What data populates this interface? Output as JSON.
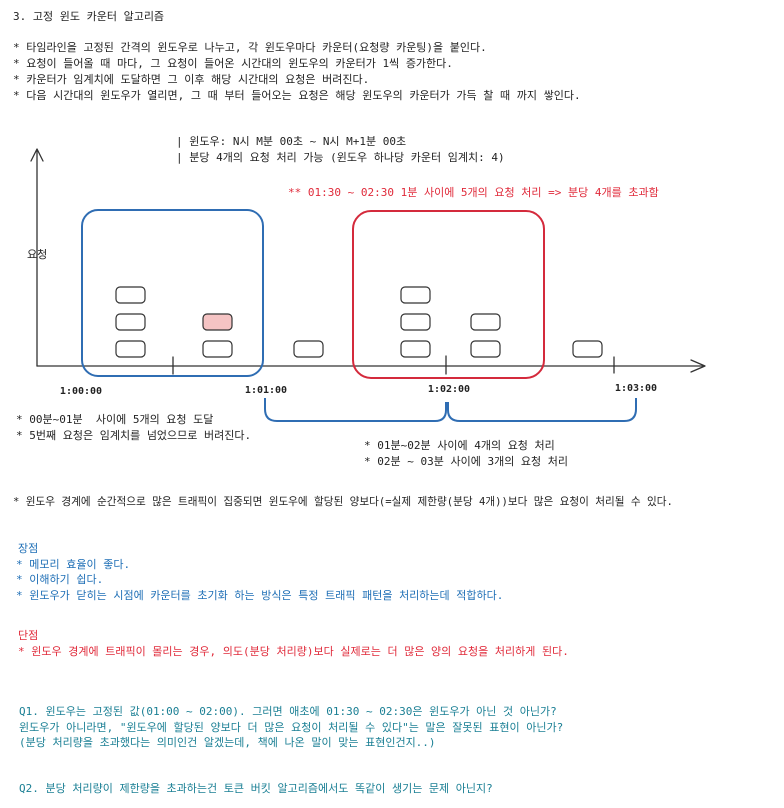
{
  "title": "3. 고정 윈도 카운터 알고리즘",
  "intro_bullets": [
    "* 타임라인을 고정된 간격의 윈도우로 나누고, 각 윈도우마다 카운터(요청량 카운팅)을 붙인다.",
    "* 요청이 들어올 때 마다, 그 요청이 들어온 시간대의 윈도우의 카운터가 1씩 증가한다.",
    "* 카운터가 임계치에 도달하면 그 이후 해당 시간대의 요청은 버려진다.",
    "* 다음 시간대의 윈도우가 열리면, 그 때 부터 들어오는 요청은 해당 윈도우의 카운터가 가득 찰 때 까지 쌓인다."
  ],
  "diagram": {
    "window_def": "| 윈도우: N시 M분 00초 ~ N시 M+1분 00초",
    "rate_def": "| 분당 4개의 요청 처리 가능 (윈도우 하나당 카운터 임계치: 4)",
    "highlight_note": "** 01:30 ~ 02:30 1분 사이에 5개의 요청 처리 => 분당 4개를 초과함",
    "y_axis_label": "요청",
    "x_ticks": [
      "1:00:00",
      "1:01:00",
      "1:02:00",
      "1:03:00"
    ],
    "left_notes": [
      "* 00분~01분  사이에 5개의 요청 도달",
      "* 5번째 요청은 임계치를 넘었으므로 버려진다."
    ],
    "right_notes": [
      "* 01분~02분 사이에 4개의 요청 처리",
      "* 02분 ~ 03분 사이에 3개의 요청 처리"
    ],
    "request_stacks": [
      {
        "count": 3,
        "dropped": 0
      },
      {
        "count": 2,
        "dropped": 1
      },
      {
        "count": 1,
        "dropped": 0
      },
      {
        "count": 3,
        "dropped": 0
      },
      {
        "count": 2,
        "dropped": 0
      },
      {
        "count": 1,
        "dropped": 0
      }
    ]
  },
  "boundary_note": "* 윈도우 경계에 순간적으로 많은 트래픽이 집중되면 윈도우에 할당된 양보다(=실제 제한량(분당 4개))보다 많은 요청이 처리될 수 있다.",
  "pros": {
    "heading": "장점",
    "items": [
      "* 메모리 효율이 좋다.",
      "* 이해하기 쉽다.",
      "* 윈도우가 닫히는 시점에 카운터를 초기화 하는 방식은 특정 트래픽 패턴을 처리하는데 적합하다."
    ]
  },
  "cons": {
    "heading": "단점",
    "items": [
      "* 윈도우 경계에 트래픽이 몰리는 경우, 의도(분당 처리량)보다 실제로는 더 많은 양의 요청을 처리하게 된다."
    ]
  },
  "q1": {
    "lines": [
      "Q1. 윈도우는 고정된 값(01:00 ~ 02:00). 그러면 애초에 01:30 ~ 02:30은 윈도우가 아닌 것 아닌가?",
      "윈도우가 아니라면, \"윈도우에 할당된 양보다 더 많은 요청이 처리될 수 있다\"는 말은 잘못된 표현이 아닌가?",
      "(분당 처리량을 초과했다는 의미인건 알겠는데, 책에 나온 말이 맞는 표현인건지..)"
    ]
  },
  "q2": "Q2. 분당 처리량이 제한량을 초과하는건 토큰 버킷 알고리즘에서도 똑같이 생기는 문제 아닌지?",
  "colors": {
    "window": "#2f6db3",
    "exceeded_window": "#d42a3c",
    "dropped_request": "#f5c4c4",
    "highlight_text": "#e02a3a",
    "pros_text": "#1f6fb6",
    "cons_text": "#e02a3a",
    "question_text": "#1a7f94"
  }
}
